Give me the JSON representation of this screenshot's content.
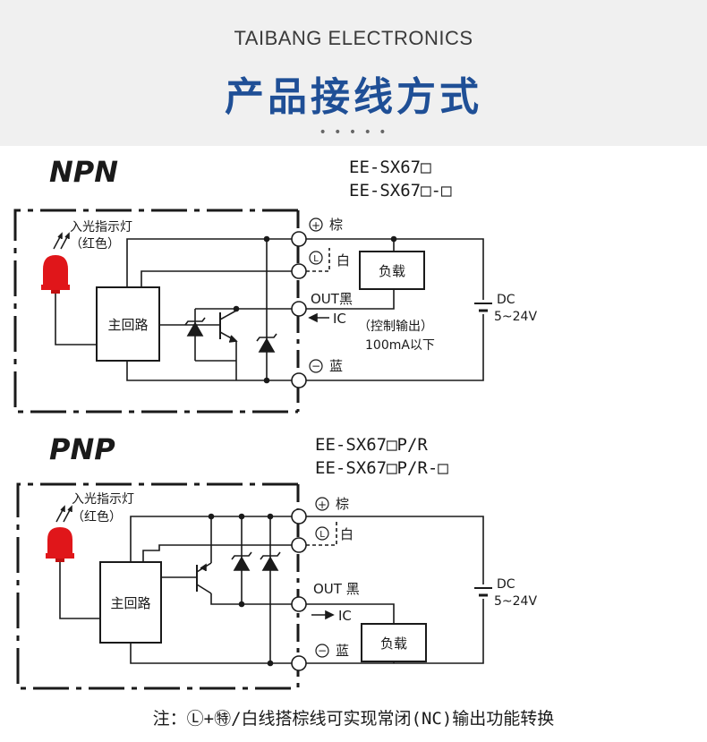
{
  "header": {
    "brand": "TAIBANG ELECTRONICS",
    "title": "产品接线方式",
    "dots": "• • • • •"
  },
  "npn": {
    "title": "NPN",
    "model_1": "EE-SX67□",
    "model_2": "EE-SX67□-□",
    "indicator_1": "入光指示灯",
    "indicator_2": "（红色）",
    "main_circuit": "主回路",
    "term_brown": "棕",
    "term_white": "白",
    "term_out": "OUT黑",
    "term_blue": "蓝",
    "ic": "IC",
    "load": "负载",
    "ctrl_1": "（控制输出）",
    "ctrl_2": "100mA以下",
    "dc_1": "DC",
    "dc_2": "5~24V"
  },
  "pnp": {
    "title": "PNP",
    "model_1": "EE-SX67□P/R",
    "model_2": "EE-SX67□P/R-□",
    "indicator_1": "入光指示灯",
    "indicator_2": "（红色）",
    "main_circuit": "主回路",
    "term_brown": "棕",
    "term_white": "白",
    "term_out": "OUT 黑",
    "term_blue": "蓝",
    "ic": "IC",
    "load": "负载",
    "dc_1": "DC",
    "dc_2": "5~24V"
  },
  "symbols": {
    "plus": "+",
    "minus": "−",
    "l_mark": "L"
  },
  "note": "注：Ⓛ+㊕/白线搭棕线可实现常闭(NC)输出功能转换",
  "colors": {
    "title_blue": "#1f4f96",
    "led_red": "#e0161a",
    "header_bg": "#f0f0f0"
  }
}
